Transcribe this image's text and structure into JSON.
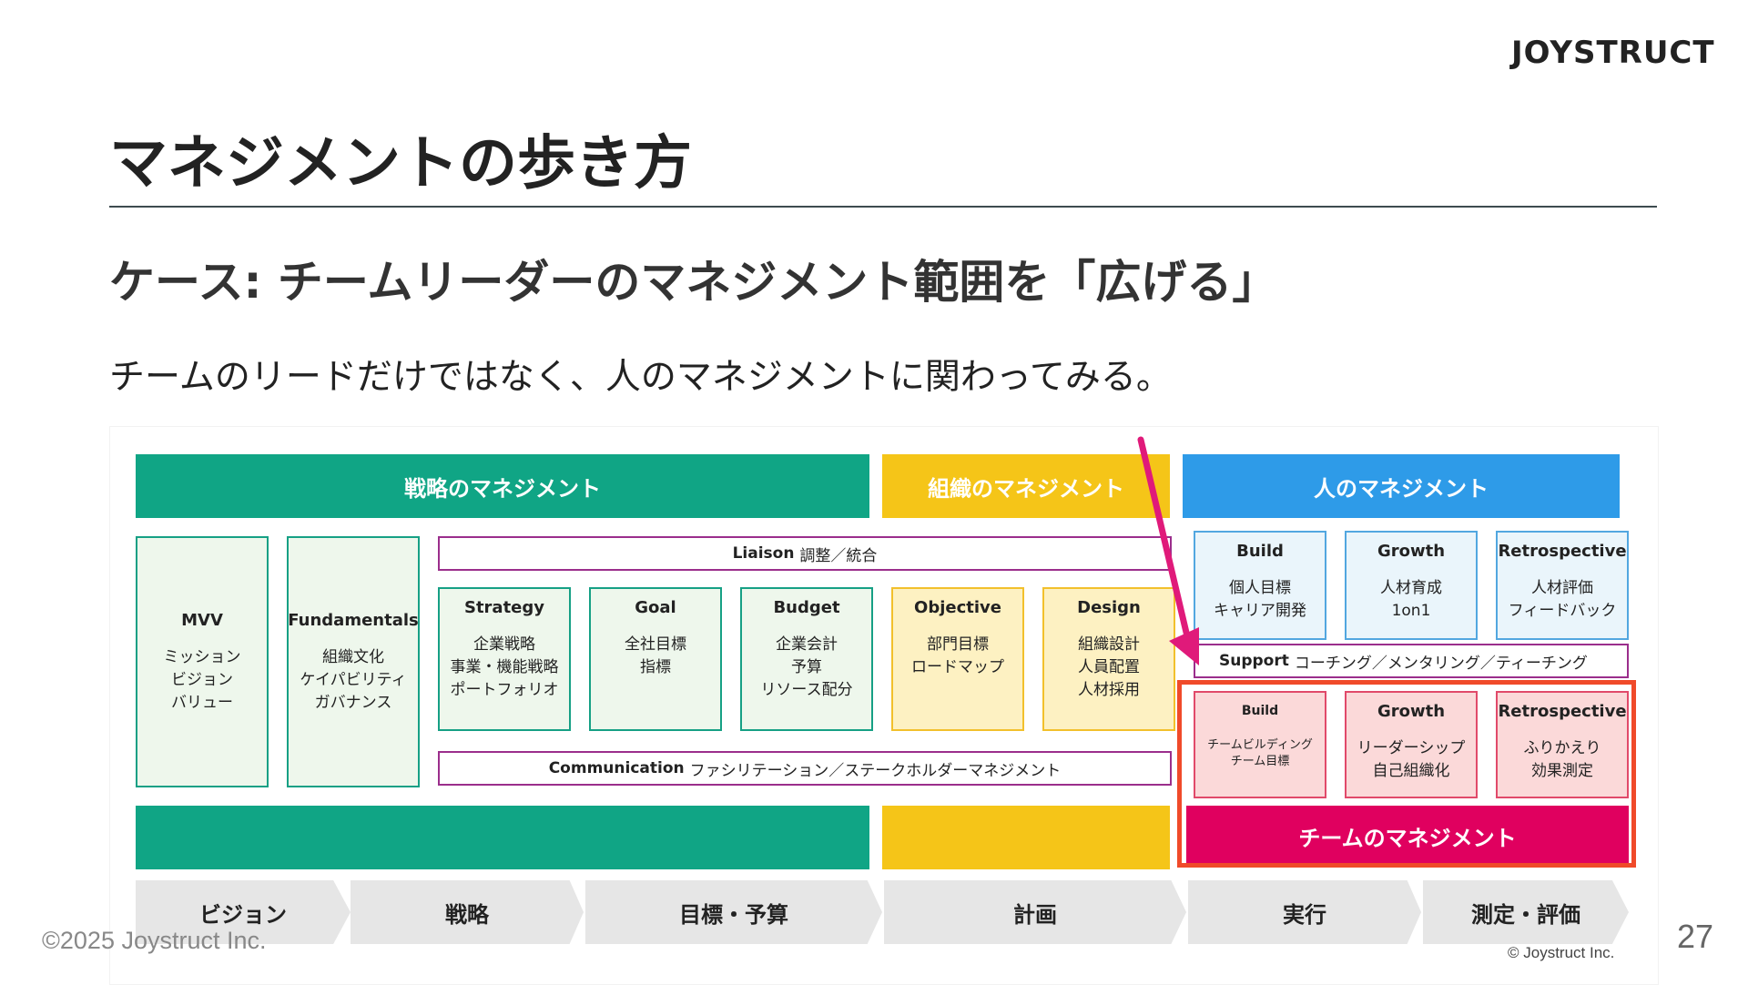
{
  "header": {
    "logo": "JOYSTRUCT",
    "title": "マネジメントの歩き方",
    "subtitle": "ケース: チームリーダーのマネジメント範囲を「広げる」",
    "body": "チームのリードだけではなく、人のマネジメントに関わってみる。"
  },
  "diagram": {
    "bands": {
      "strategy": "戦略のマネジメント",
      "organization": "組織のマネジメント",
      "people": "人のマネジメント",
      "team": "チームのマネジメント"
    },
    "liaison": {
      "bold": "Liaison",
      "text": "調整／統合"
    },
    "communication": {
      "bold": "Communication",
      "text": "ファシリテーション／ステークホルダーマネジメント"
    },
    "support": {
      "bold": "Support",
      "text": "コーチング／メンタリング／ティーチング"
    },
    "boxes": {
      "mvv": {
        "title": "MVV",
        "l1": "ミッション",
        "l2": "ビジョン",
        "l3": "バリュー"
      },
      "fundamentals": {
        "title": "Fundamentals",
        "l1": "組織文化",
        "l2": "ケイパビリティ",
        "l3": "ガバナンス"
      },
      "strategy": {
        "title": "Strategy",
        "l1": "企業戦略",
        "l2": "事業・機能戦略",
        "l3": "ポートフォリオ"
      },
      "goal": {
        "title": "Goal",
        "l1": "全社目標",
        "l2": "指標"
      },
      "budget": {
        "title": "Budget",
        "l1": "企業会計",
        "l2": "予算",
        "l3": "リソース配分"
      },
      "objective": {
        "title": "Objective",
        "l1": "部門目標",
        "l2": "ロードマップ"
      },
      "design": {
        "title": "Design",
        "l1": "組織設計",
        "l2": "人員配置",
        "l3": "人材採用"
      },
      "people_build": {
        "title": "Build",
        "l1": "個人目標",
        "l2": "キャリア開発"
      },
      "people_growth": {
        "title": "Growth",
        "l1": "人材育成",
        "l2": "1on1"
      },
      "people_retro": {
        "title": "Retrospective",
        "l1": "人材評価",
        "l2": "フィードバック"
      },
      "team_build": {
        "title": "Build",
        "l1": "チームビルディング",
        "l2": "チーム目標"
      },
      "team_growth": {
        "title": "Growth",
        "l1": "リーダーシップ",
        "l2": "自己組織化"
      },
      "team_retro": {
        "title": "Retrospective",
        "l1": "ふりかえり",
        "l2": "効果測定"
      }
    },
    "phases": [
      "ビジョン",
      "戦略",
      "目標・予算",
      "計画",
      "実行",
      "測定・評価"
    ],
    "copyright": "© Joystruct Inc.",
    "colors": {
      "strategy_band": "#10a585",
      "organization_band": "#f5c518",
      "people_band": "#2e9be8",
      "team_band": "#e0005f",
      "highlight": "#f04a2a",
      "arrow": "#e01a7a"
    }
  },
  "footer": {
    "copyright": "©2025 Joystruct Inc.",
    "page": "27"
  }
}
